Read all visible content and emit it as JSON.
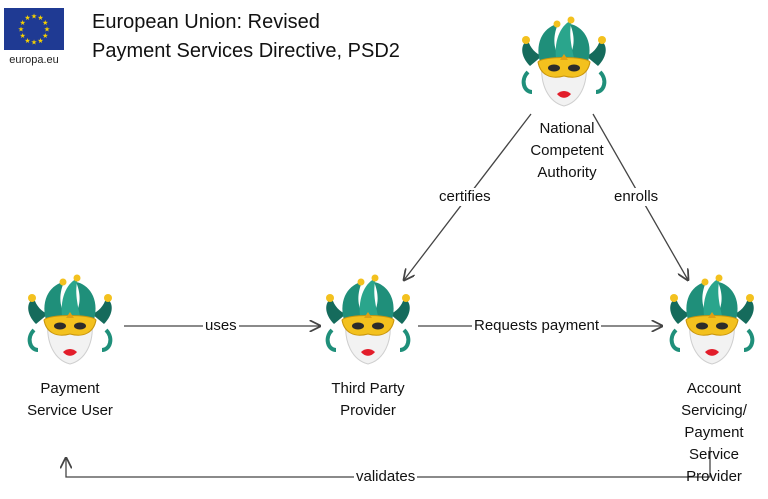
{
  "logo": {
    "text": "europa.eu",
    "flag_color": "#1f3a93",
    "star_color": "#f5d000"
  },
  "title": {
    "line1": "European Union: Revised",
    "line2": "Payment Services Directive, PSD2"
  },
  "nodes": {
    "nca": "National Competent Authority",
    "user": "Payment Service User",
    "tpp": "Third Party Provider",
    "aspsp": "Account Servicing/ Payment Service Provider"
  },
  "edges": {
    "certifies": "certifies",
    "enrolls": "enrolls",
    "uses": "uses",
    "requests_payment": "Requests payment",
    "validates": "validates"
  },
  "colors": {
    "mask_gold": "#f3c11e",
    "hat_green": "#1f8f7a",
    "hat_dark": "#156b5c",
    "face": "#f2f2f2",
    "lips": "#e21d2a",
    "line": "#444444"
  }
}
